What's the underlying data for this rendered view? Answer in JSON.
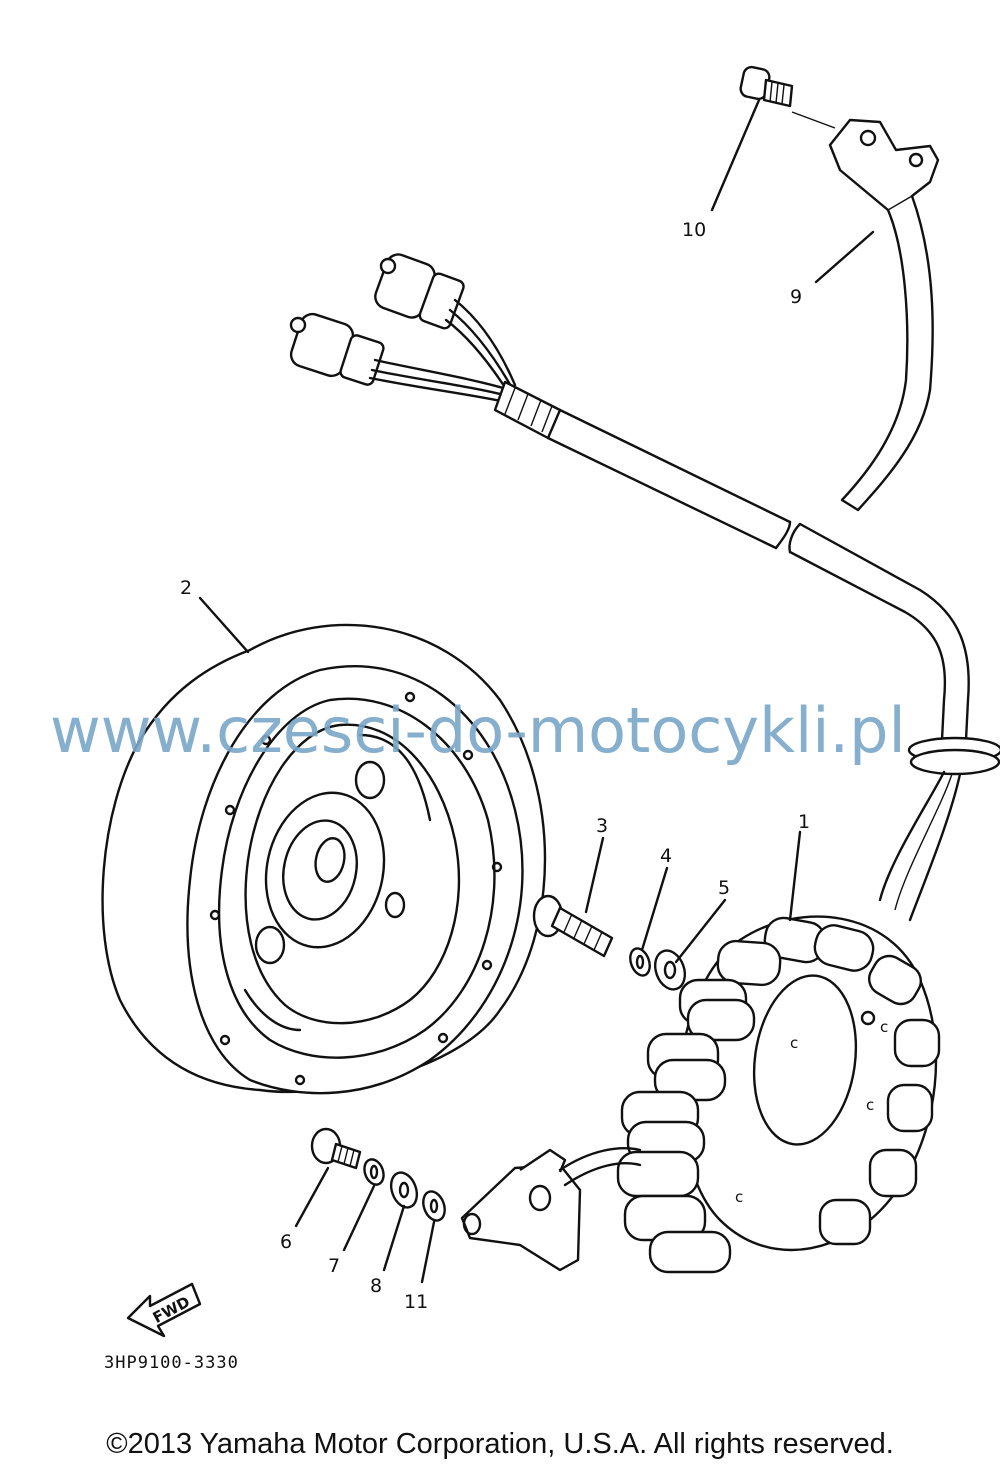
{
  "parts": {
    "p1": "1",
    "p2": "2",
    "p3": "3",
    "p4": "4",
    "p5": "5",
    "p6": "6",
    "p7": "7",
    "p8": "8",
    "p9": "9",
    "p10": "10",
    "p11": "11"
  },
  "diagram_code": "3HP9100-3330",
  "fwd_label": "FWD",
  "watermark": "www.czesci-do-motocykli.pl",
  "copyright": "©2013 Yamaha Motor Corporation, U.S.A. All rights reserved."
}
